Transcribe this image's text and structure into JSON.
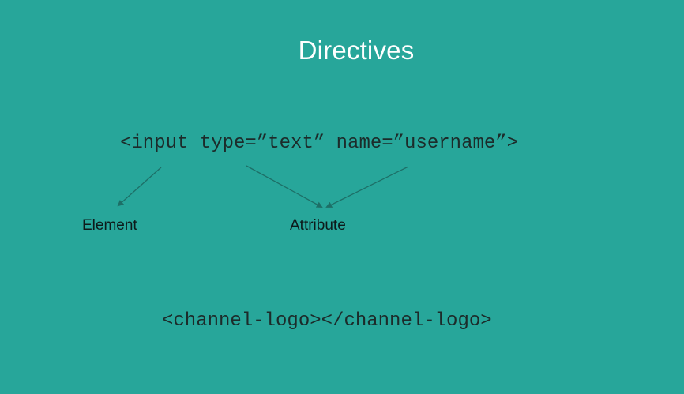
{
  "slide": {
    "title": "Directives",
    "code_example_1": "<input type=”text” name=”username”>",
    "label_element": "Element",
    "label_attribute": "Attribute",
    "code_example_2": "<channel-logo></channel-logo>"
  },
  "colors": {
    "background": "#27a69a",
    "title": "#ffffff",
    "code_text": "#1c2b2a",
    "label_text": "#0d1a1a",
    "arrow": "#1d6f67"
  }
}
